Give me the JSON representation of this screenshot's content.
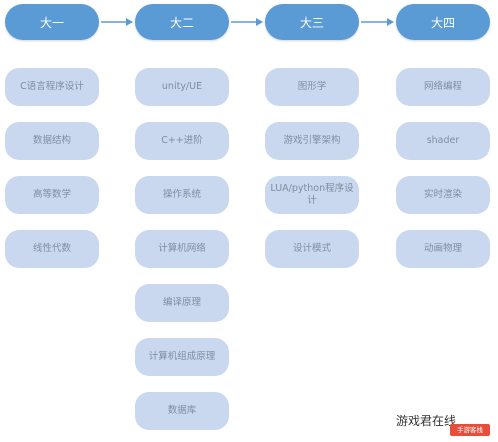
{
  "diagram": {
    "years": [
      "大一",
      "大二",
      "大三",
      "大四"
    ],
    "columns": [
      [
        "C语言程序设计",
        "数据结构",
        "高等数学",
        "线性代数"
      ],
      [
        "unity/UE",
        "C++进阶",
        "操作系统",
        "计算机网络",
        "编译原理",
        "计算机组成原理",
        "数据库"
      ],
      [
        "图形学",
        "游戏引擎架构",
        "LUA/python程序设计",
        "设计模式"
      ],
      [
        "网络编程",
        "shader",
        "实时渲染",
        "动画物理"
      ]
    ],
    "colors": {
      "year_fill": "#5b9bd5",
      "topic_fill": "#c9d8ef",
      "topic_text": "#7e8da3",
      "arrow": "#5b9bd5"
    }
  },
  "watermark": {
    "text": "游戏君在线",
    "badge": "手游客栈"
  }
}
